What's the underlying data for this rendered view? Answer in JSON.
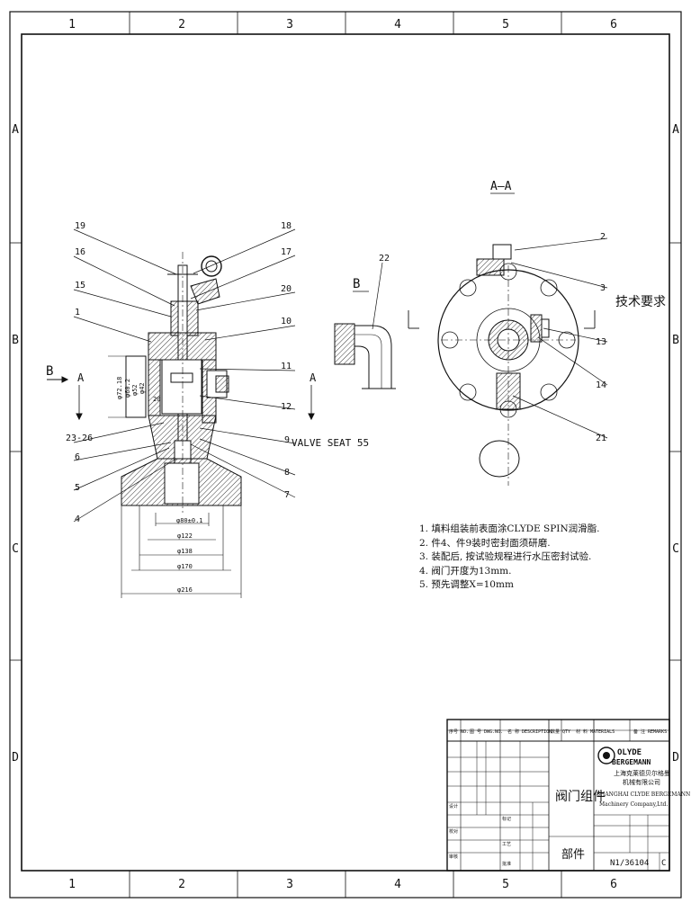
{
  "zones": {
    "columns": [
      "1",
      "2",
      "3",
      "4",
      "5",
      "6"
    ],
    "rows": [
      "A",
      "B",
      "C",
      "D"
    ]
  },
  "section_label": "A—A",
  "view_label_b": "B",
  "view_arrow_b": "B",
  "cut_a_left": "A",
  "cut_a_right": "A",
  "callouts_left": [
    "19",
    "16",
    "15",
    "1",
    "23-26",
    "6",
    "5",
    "4"
  ],
  "callouts_right": [
    "18",
    "17",
    "20",
    "10",
    "11",
    "12",
    "9",
    "8",
    "7"
  ],
  "callout_22": "22",
  "callouts_section": [
    "2",
    "3",
    "13",
    "14",
    "21"
  ],
  "valve_seat_label": "VALVE SEAT 55",
  "dimensions": {
    "d80": "φ80±0.1",
    "d122": "φ122",
    "d138": "φ138",
    "d170": "φ170",
    "d216": "φ216",
    "v1": "φ72.18",
    "v2": "φ60.2",
    "v3": "φ52",
    "v4": "φ42",
    "v5": "20"
  },
  "tech_title": "技术要求",
  "notes": [
    "1. 填料组装前表面涂CLYDE SPIN润滑脂.",
    "2. 件4、件9装时密封面须研磨.",
    "3. 装配后, 按试验规程进行水压密封试验.",
    "4. 阀门开度为13mm.",
    "5. 预先调整X=10mm"
  ],
  "title_block": {
    "headers": [
      "序号 NO.",
      "图 号 DWG.NO.",
      "名 称 DESCRIPTION",
      "数量 QTY",
      "材 料 MATERIALS",
      "备 注 REMARKS"
    ],
    "company_logo_top": "OLYDE",
    "company_logo_bottom": "BERGEMANN",
    "company_cn_1": "上海克莱德贝尔格曼",
    "company_cn_2": "机械有限公司",
    "company_en_1": "SHANGHAI CLYDE BERGEMANN",
    "company_en_2": "Machinery Company,Ltd.",
    "part_name": "阀门组件",
    "part_type": "部件",
    "drawing_no": "N1/36104",
    "size": "C",
    "row_labels": [
      "设计",
      "校对",
      "审核",
      "标记",
      "工艺",
      "批准"
    ]
  }
}
